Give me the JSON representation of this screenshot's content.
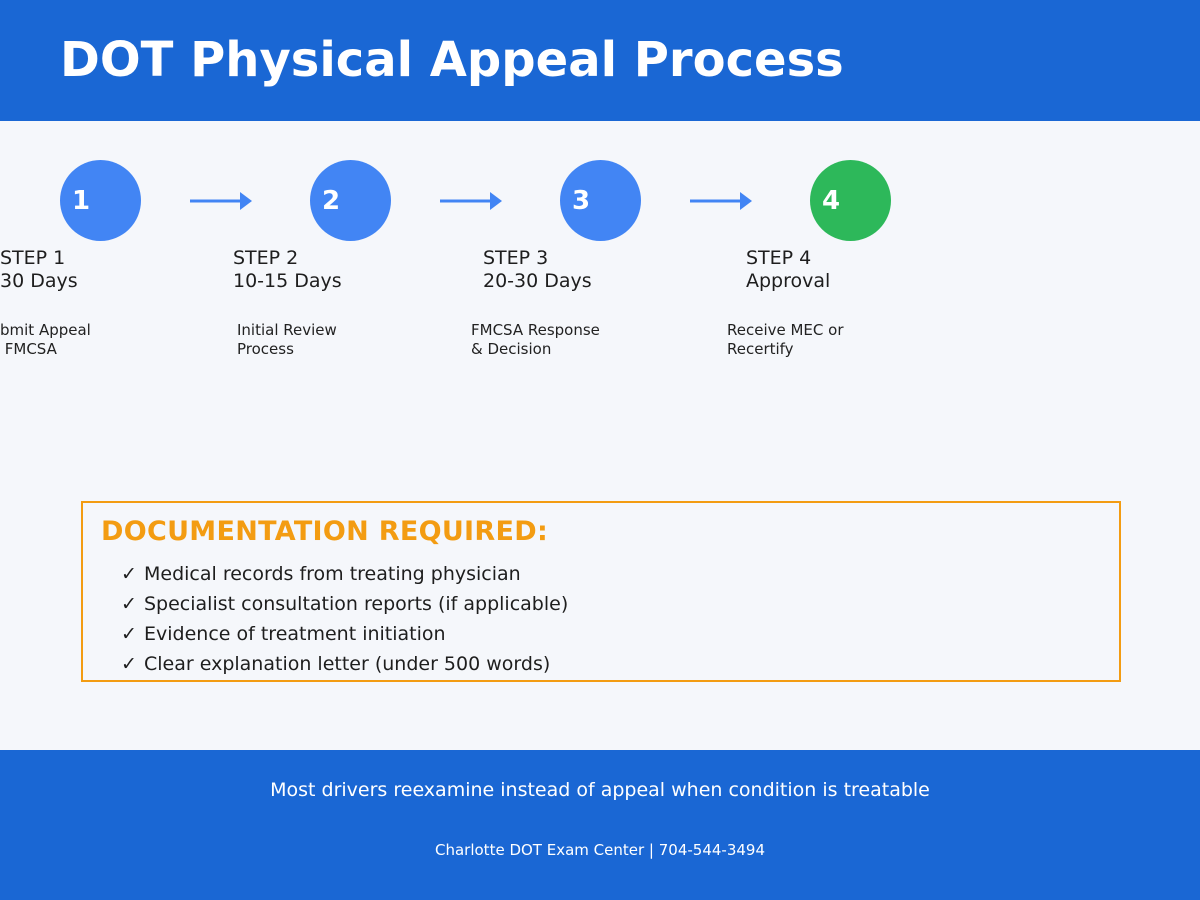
{
  "title": "DOT Physical Appeal Process",
  "steps": [
    {
      "number": "1",
      "label": "STEP 1",
      "duration": "30 Days",
      "desc_line1": "bmit Appeal",
      "desc_line2": " FMCSA",
      "color": "#4285f4"
    },
    {
      "number": "2",
      "label": "STEP 2",
      "duration": "10-15 Days",
      "desc_line1": "Initial Review",
      "desc_line2": "Process",
      "color": "#4285f4"
    },
    {
      "number": "3",
      "label": "STEP 3",
      "duration": "20-30 Days",
      "desc_line1": "FMCSA Response",
      "desc_line2": "& Decision",
      "color": "#4285f4"
    },
    {
      "number": "4",
      "label": "STEP 4",
      "duration": "Approval",
      "desc_line1": "Receive MEC or",
      "desc_line2": "Recertify",
      "color": "#2db85a"
    }
  ],
  "documentation": {
    "title": "DOCUMENTATION REQUIRED:",
    "check_symbol": "✓",
    "items": [
      "Medical records from treating physician",
      "Specialist consultation reports (if applicable)",
      "Evidence of treatment initiation",
      "Clear explanation letter (under 500 words)"
    ]
  },
  "footer": {
    "note": "Most drivers reexamine instead of appeal when condition is treatable",
    "contact": "Charlotte DOT Exam Center | 704-544-3494"
  },
  "colors": {
    "header": "#1a67d4",
    "step": "#4285f4",
    "final_step": "#2db85a",
    "accent": "#f39c12",
    "background": "#f5f7fb"
  }
}
